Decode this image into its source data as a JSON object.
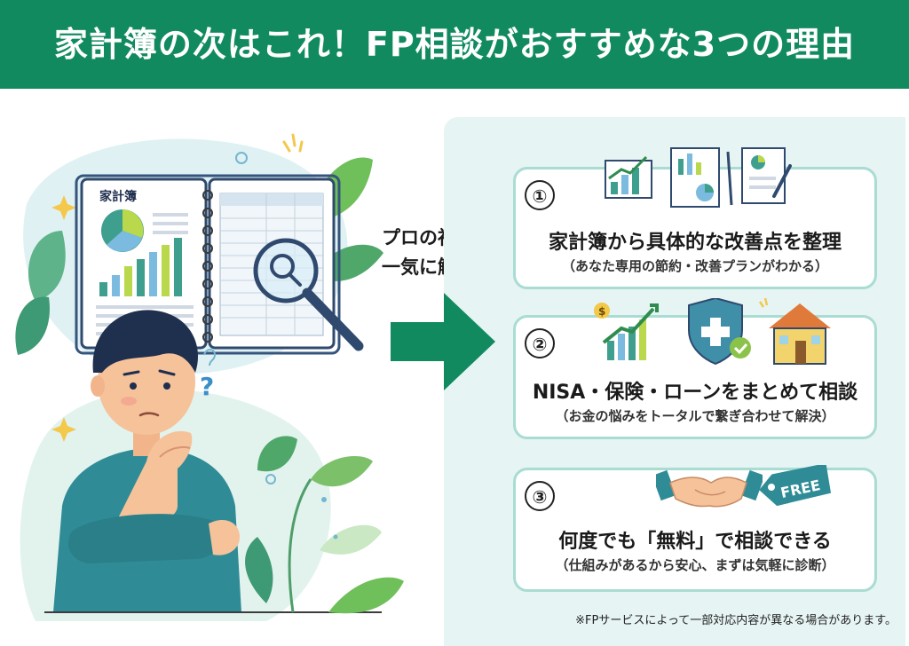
{
  "header": {
    "title": "家計簿の次はこれ！FP相談がおすすめな3つの理由"
  },
  "notebook": {
    "label": "家計簿"
  },
  "bubble": {
    "line1": "プロの視点で",
    "line2": "一気に解決！"
  },
  "reasons": [
    {
      "number": "①",
      "title": "家計簿から具体的な改善点を整理",
      "detail": "（あなた専用の節約・改善プランがわかる）"
    },
    {
      "number": "②",
      "title": "NISA・保険・ローンをまとめて相談",
      "detail": "（お金の悩みをトータルで繋ぎ合わせて解決）"
    },
    {
      "number": "③",
      "title": "何度でも「無料」で相談できる",
      "detail": "（仕組みがあるから安心、まずは気軽に診断）"
    }
  ],
  "free_tag": {
    "label": "FREE"
  },
  "footnote": "※FPサービスによって一部対応内容が異なる場合があります。",
  "colors": {
    "brand": "#108a5e",
    "panel": "#e6f4f3",
    "card_border": "#a9dcd3"
  }
}
